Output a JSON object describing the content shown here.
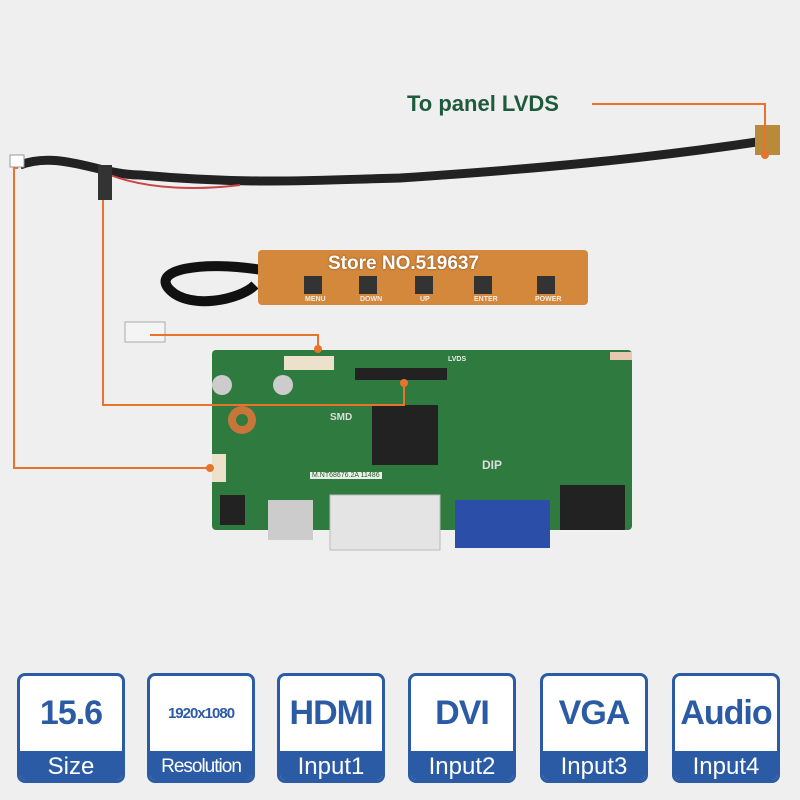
{
  "callout": {
    "label": "To panel LVDS",
    "line_color": "#e8732a"
  },
  "watermark": "Store NO.519637",
  "keypad": {
    "buttons": [
      "MENU",
      "DOWN",
      "UP",
      "ENTER",
      "POWER"
    ]
  },
  "board": {
    "model": "M.NT68676.2A 11486",
    "arrow_dip": "DIP",
    "arrow_smd": "SMD",
    "lvds": "LVDS"
  },
  "badges": [
    {
      "top": "15.6",
      "bottom": "Size"
    },
    {
      "top": "1920x1080",
      "bottom": "Resolution"
    },
    {
      "top": "HDMI",
      "bottom": "Input1"
    },
    {
      "top": "DVI",
      "bottom": "Input2"
    },
    {
      "top": "VGA",
      "bottom": "Input3"
    },
    {
      "top": "Audio",
      "bottom": "Input4"
    }
  ],
  "colors": {
    "badge_blue": "#2c5ba6",
    "title_green": "#1e5a3c",
    "pcb_green": "#2f7a3e",
    "keypad_orange": "#d4883c"
  }
}
